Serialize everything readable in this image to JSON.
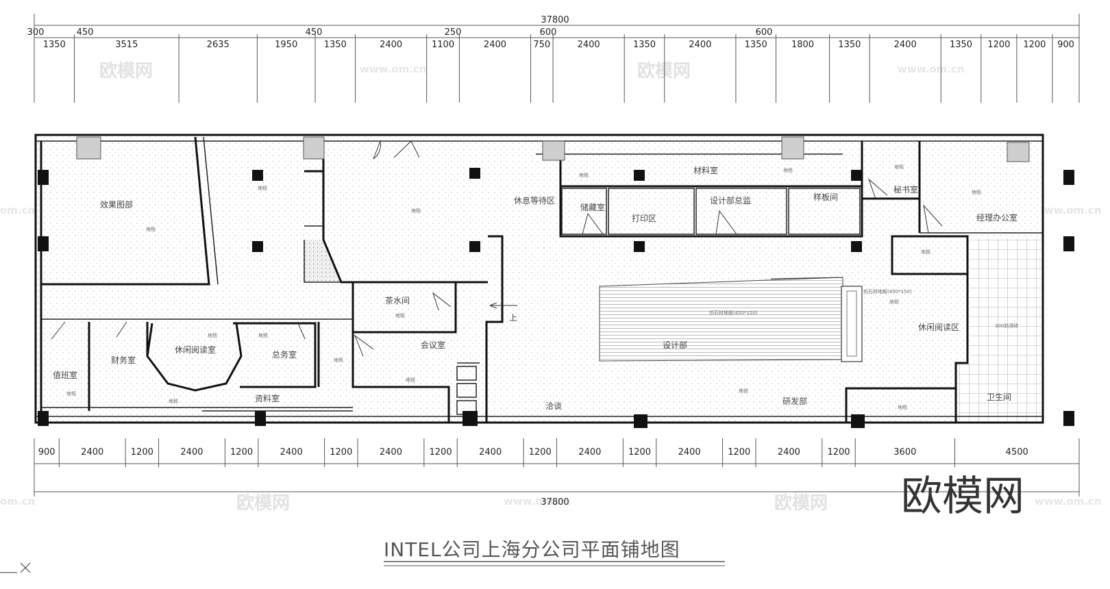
{
  "title": "INTEL公司上海分公司平面铺地图",
  "logo": "欧模网",
  "watermark": {
    "text": "欧模网",
    "url": "www.om.cn",
    "url_short": "om.cn"
  },
  "overall_dimension": "37800",
  "top_dims_upper": [
    "300",
    "450",
    "450",
    "250",
    "600",
    "600"
  ],
  "top_dims_lower": [
    "1350",
    "3515",
    "2635",
    "1950",
    "1350",
    "2400",
    "1100",
    "2400",
    "750",
    "2400",
    "1350",
    "2400",
    "1350",
    "1800",
    "1350",
    "2400",
    "1350",
    "1200",
    "1200",
    "900"
  ],
  "bottom_dims": [
    "900",
    "2400",
    "1200",
    "2400",
    "1200",
    "2400",
    "1200",
    "2400",
    "1200",
    "2400",
    "1200",
    "2400",
    "1200",
    "2400",
    "1200",
    "2400",
    "1200",
    "3600",
    "4500"
  ],
  "rooms": {
    "effects": "效果图部",
    "lounge_wait": "休息等待区",
    "materials": "材料室",
    "sample": "样板间",
    "secretary": "秘书室",
    "manager": "经理办公室",
    "storage": "储藏室",
    "print": "打印区",
    "design_director": "设计部总监",
    "tea": "茶水间",
    "design_dept": "设计部",
    "leisure_reading_right": "休闲阅读区",
    "finance": "财务室",
    "leisure_reading_left": "休闲阅读室",
    "general_affairs": "总务室",
    "meeting": "会议室",
    "archive": "资料室",
    "negotiate": "洽谈",
    "rnd": "研发部",
    "restroom": "卫生间",
    "duty_room": "值班室"
  },
  "floor_notes": {
    "carpet": "地毯",
    "marble_a": "仿石材地板(450*150)",
    "marble_b": "仿石材地板(450*150)",
    "tile": "300防滑砖"
  },
  "stair_mark": "上"
}
